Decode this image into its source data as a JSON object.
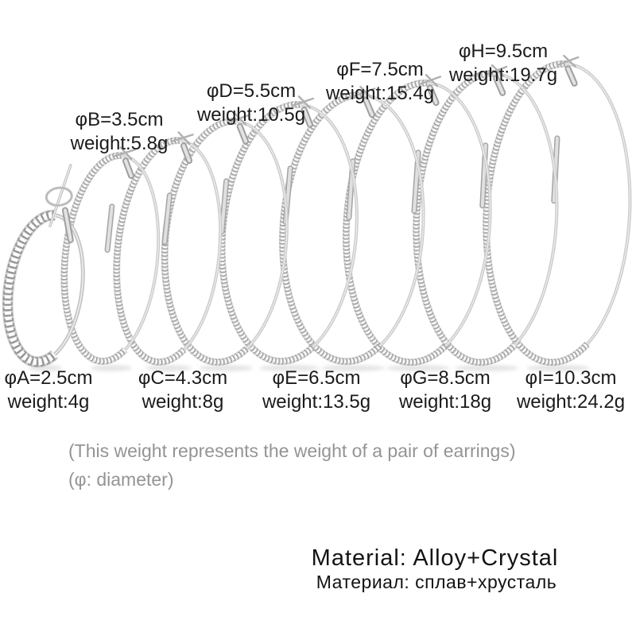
{
  "earrings": {
    "items": [
      {
        "id": "A",
        "label_position": "bottom",
        "diameter": "φA=2.5cm",
        "weight": "weight:4g"
      },
      {
        "id": "B",
        "label_position": "top",
        "diameter": "φB=3.5cm",
        "weight": "weight:5.8g"
      },
      {
        "id": "C",
        "label_position": "bottom",
        "diameter": "φC=4.3cm",
        "weight": "weight:8g"
      },
      {
        "id": "D",
        "label_position": "top",
        "diameter": "φD=5.5cm",
        "weight": "weight:10.5g"
      },
      {
        "id": "E",
        "label_position": "bottom",
        "diameter": "φE=6.5cm",
        "weight": "weight:13.5g"
      },
      {
        "id": "F",
        "label_position": "top",
        "diameter": "φF=7.5cm",
        "weight": "weight:15.4g"
      },
      {
        "id": "G",
        "label_position": "bottom",
        "diameter": "φG=8.5cm",
        "weight": "weight:18g"
      },
      {
        "id": "H",
        "label_position": "top",
        "diameter": "φH=9.5cm",
        "weight": "weight:19.7g"
      },
      {
        "id": "I",
        "label_position": "bottom",
        "diameter": "φI=10.3cm",
        "weight": "weight:24.2g"
      }
    ]
  },
  "notes": {
    "line1": "(This weight represents the weight of a pair of earrings)",
    "line2": "(φ: diameter)"
  },
  "material": {
    "english": "Material: Alloy+Crystal",
    "russian": "Материал: сплав+хрусталь"
  },
  "colors": {
    "label_text": "#1b1b1b",
    "note_text": "#949494",
    "material_text": "#131313",
    "silver_metal": "#c6c6c6",
    "background": "#ffffff"
  }
}
